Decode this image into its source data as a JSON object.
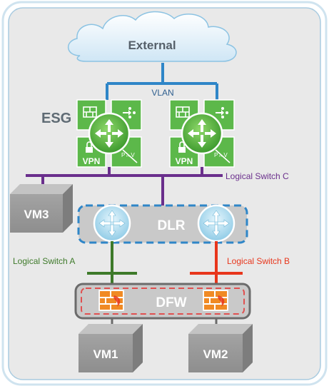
{
  "cloud": {
    "label": "External"
  },
  "vlan": {
    "label": "VLAN"
  },
  "esg": {
    "label": "ESG",
    "vpn_label": "VPN",
    "pv_label": "P↔V"
  },
  "switches": {
    "c": {
      "label": "Logical Switch C",
      "color": "#6a2f8c"
    },
    "a": {
      "label": "Logical Switch A",
      "color": "#3e7a2a"
    },
    "b": {
      "label": "Logical Switch B",
      "color": "#e8361c"
    }
  },
  "dlr": {
    "label": "DLR"
  },
  "dfw": {
    "label": "DFW"
  },
  "vms": {
    "vm1": "VM1",
    "vm2": "VM2",
    "vm3": "VM3"
  },
  "colors": {
    "vlan_blue": "#2f86c8",
    "esg_green": "#6cc04a",
    "esg_dark": "#2e8b2e",
    "router_blue": "#a8d8ee",
    "firewall_orange": "#f08a24",
    "vm_gray": "#9a9a9a"
  }
}
